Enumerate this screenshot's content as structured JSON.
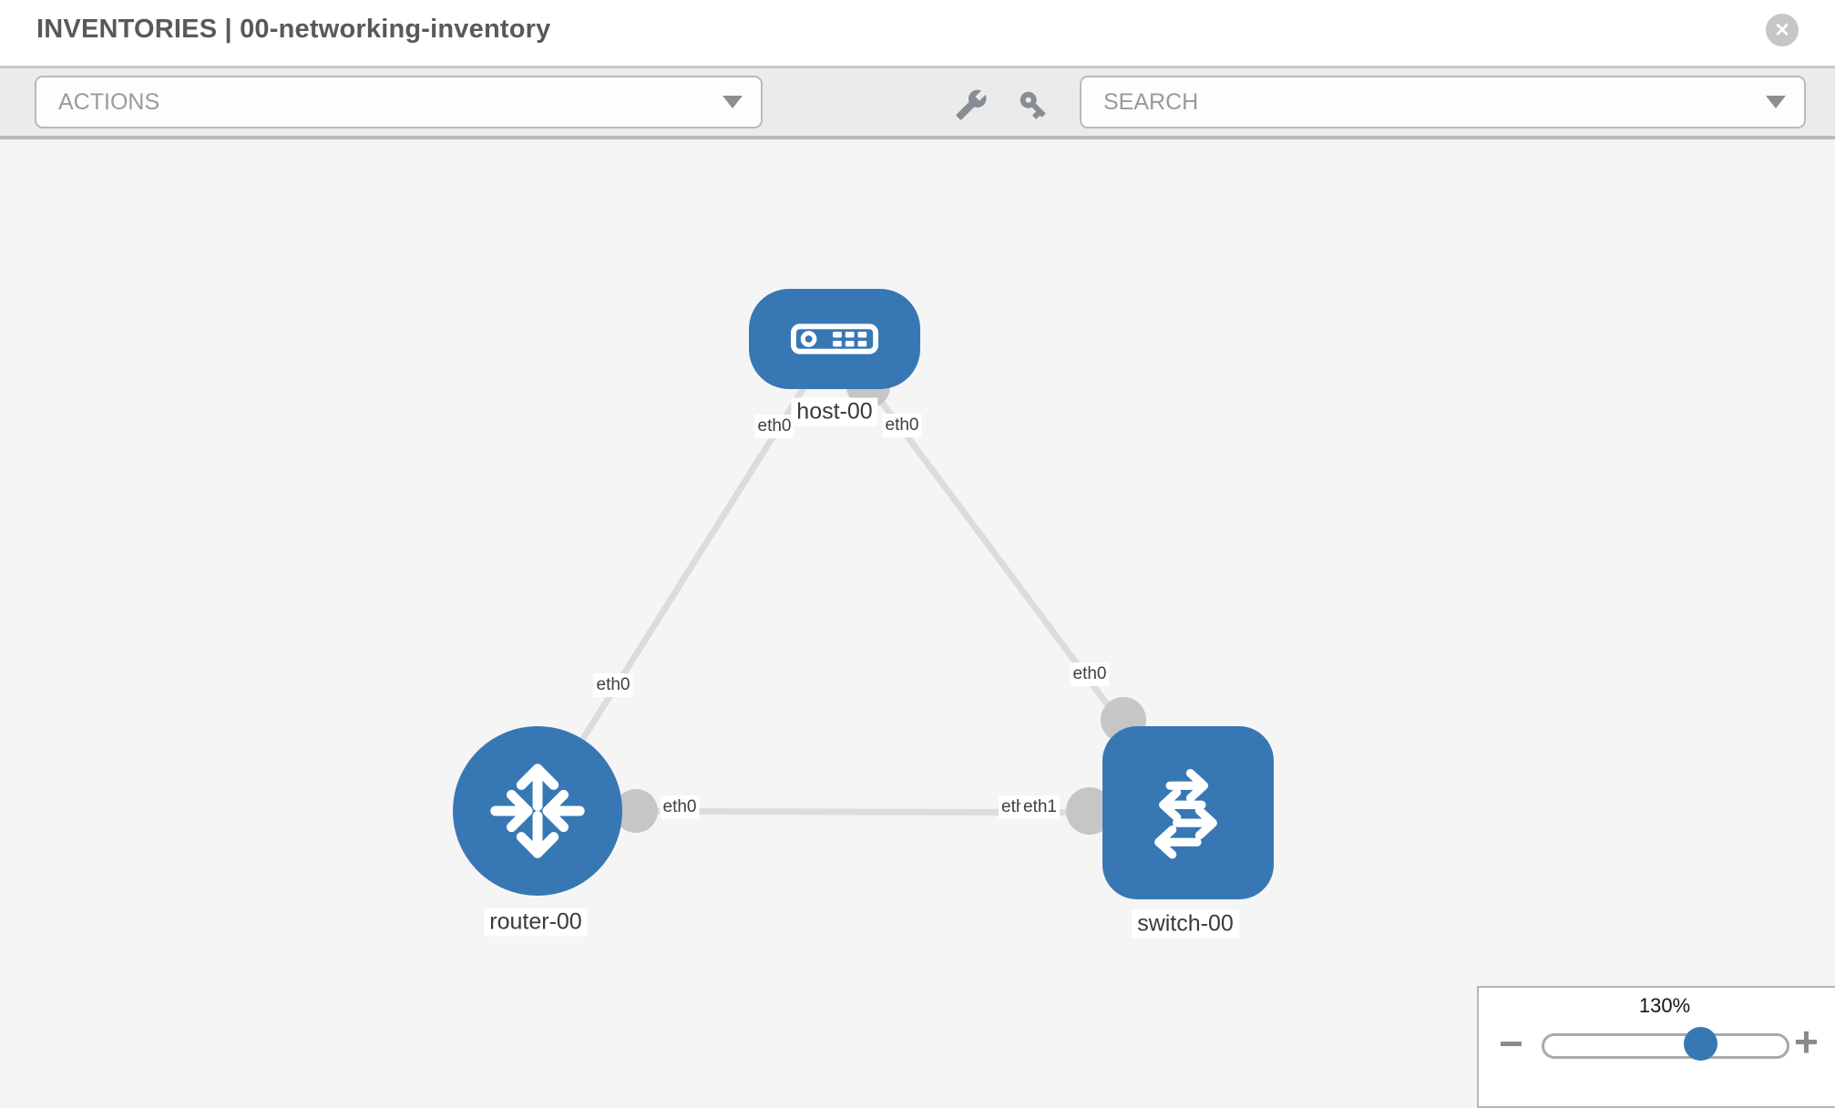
{
  "header": {
    "title": "INVENTORIES | 00-networking-inventory",
    "close_label": "✕"
  },
  "toolbar": {
    "actions_label": "ACTIONS",
    "search_label": "SEARCH"
  },
  "icons": {
    "wrench": "wrench-icon",
    "key": "key-icon",
    "close": "close-icon",
    "caret": "caret-down-icon"
  },
  "colors": {
    "node_blue": "#3778b4",
    "link_gray": "#dcdcdc",
    "interface_dot_gray": "#c6c6c6",
    "toolbar_bg": "#ebebeb",
    "canvas_bg": "#f5f5f6"
  },
  "topology": {
    "nodes": {
      "host": {
        "label": "host-00",
        "type": "host"
      },
      "router": {
        "label": "router-00",
        "type": "router"
      },
      "switch": {
        "label": "switch-00",
        "type": "switch"
      }
    },
    "interface_labels": {
      "host_router_host_end": "eth0",
      "host_router_router_end": "eth0",
      "host_switch_host_end": "eth0",
      "host_switch_switch_end": "eth0",
      "router_switch_router_end": "eth0",
      "router_switch_switch_end_back": "eth0",
      "router_switch_switch_end_front": "eth1"
    }
  },
  "zoom_control": {
    "value": "130%",
    "minus_label": "−",
    "plus_label": "+"
  }
}
